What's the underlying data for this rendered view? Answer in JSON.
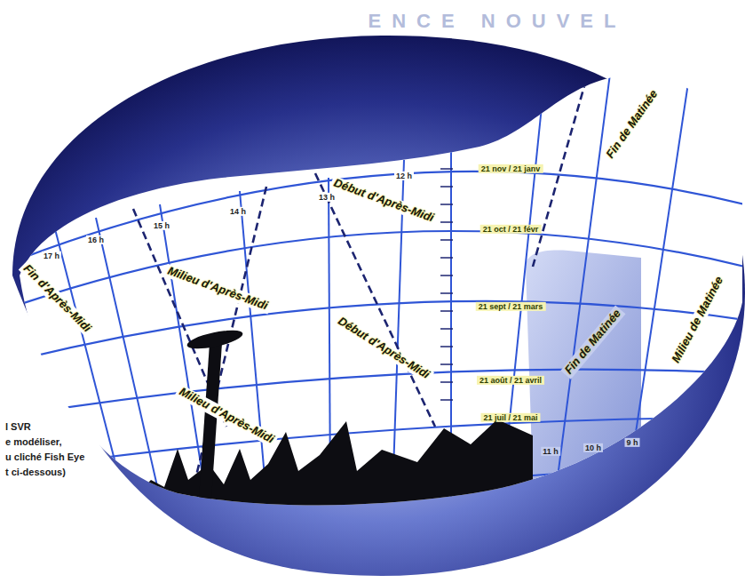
{
  "diagram": {
    "labels": [
      "ENCE NOUVEL",
      "17 h",
      "16 h",
      "15 h",
      "14 h",
      "13 h",
      "12 h",
      "21 nov / 21 janv",
      "21 oct / 21 févr",
      "21 sept / 21 mars",
      "21 août / 21 avril",
      "21 juil / 21 mai",
      "Fin d'Après-Midi",
      "Milieu d'Après-Midi",
      "Début d'Après-Midi",
      "Milieu d'Après-Midi",
      "Début d'Après-Midi",
      "Fin de Matinée",
      "Fin de Matinée",
      "Milieu de Matinée",
      "11 h",
      "10 h",
      "9 h",
      "l SVR",
      "e modéliser,",
      "u cliché Fish Eye",
      "t ci-dessous)"
    ]
  }
}
